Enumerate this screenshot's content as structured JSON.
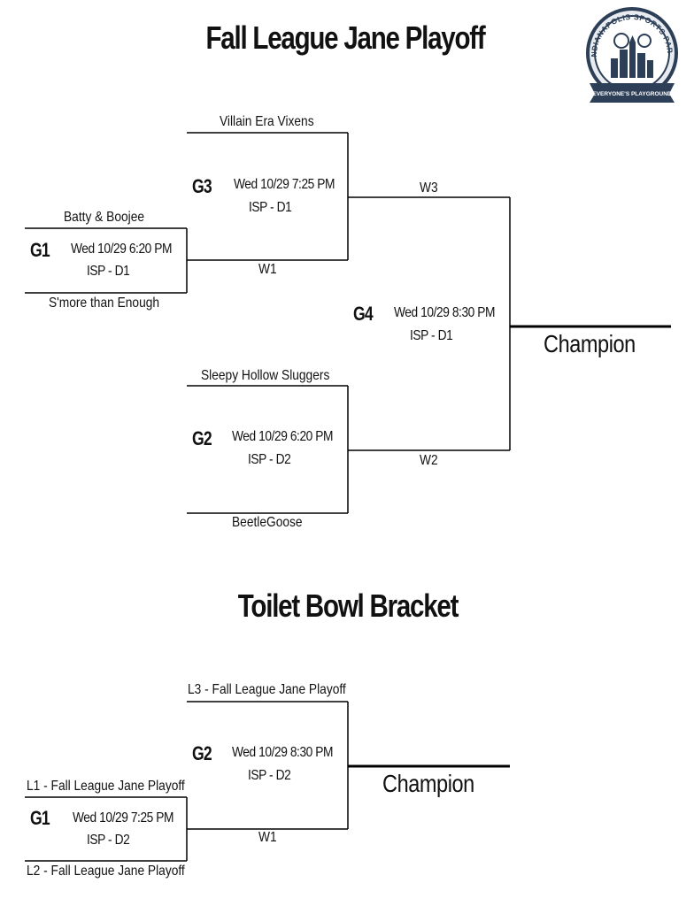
{
  "main_bracket": {
    "title": "Fall League Jane Playoff",
    "g1": {
      "id": "G1",
      "time": "Wed 10/29  6:20 PM",
      "location": "ISP - D1",
      "team_top": "Batty & Boojee",
      "team_bottom": "S'more than Enough"
    },
    "g2": {
      "id": "G2",
      "time": "Wed 10/29  6:20 PM",
      "location": "ISP - D2",
      "team_top": "Sleepy Hollow Sluggers",
      "team_bottom": "BeetleGoose"
    },
    "g3": {
      "id": "G3",
      "time": "Wed 10/29  7:25 PM",
      "location": "ISP - D1",
      "team_top": "Villain Era Vixens",
      "team_bottom": "W1"
    },
    "g4": {
      "id": "G4",
      "time": "Wed 10/29  8:30 PM",
      "location": "ISP - D1",
      "team_top": "W3",
      "team_bottom": "W2"
    },
    "champion": "Champion"
  },
  "toilet_bracket": {
    "title": "Toilet Bowl Bracket",
    "g1": {
      "id": "G1",
      "time": "Wed 10/29  7:25 PM",
      "location": "ISP - D2",
      "team_top": "L1 - Fall League Jane Playoff",
      "team_bottom": "L2 - Fall League Jane Playoff"
    },
    "g2": {
      "id": "G2",
      "time": "Wed 10/29  8:30 PM",
      "location": "ISP - D2",
      "team_top": "L3 - Fall League Jane Playoff",
      "team_bottom": "W1"
    },
    "champion": "Champion"
  },
  "logo": {
    "ring_text_top": "INDIANAPOLIS SPORTS PARK",
    "banner_text": "EVERYONE'S PLAYGROUND",
    "colors": {
      "navy": "#2d3f57",
      "light": "#e8ecf1"
    }
  }
}
